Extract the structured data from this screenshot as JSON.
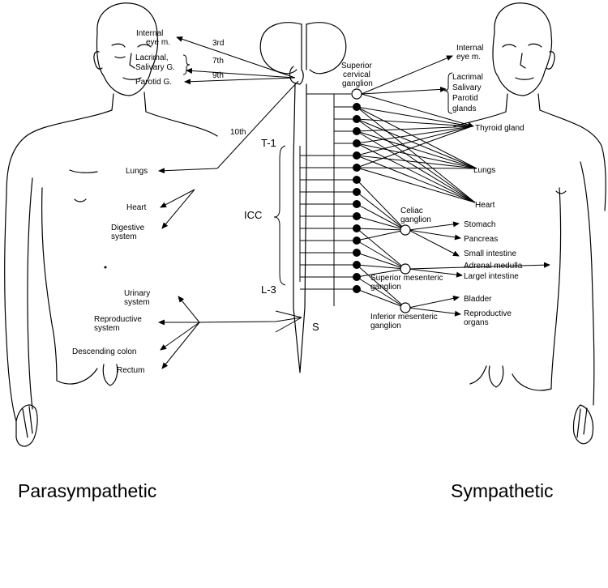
{
  "sides": {
    "left_title": "Parasympathetic",
    "right_title": "Sympathetic"
  },
  "cranial": {
    "eye": "Internal",
    "eye2": "eye m.",
    "lacrimal": "Lacrimal,",
    "salivary": "Salivary G.",
    "parotid": "Parotid G.",
    "n3": "3rd",
    "n7": "7th",
    "n9": "9th",
    "n10": "10th"
  },
  "para_targets": {
    "lungs": "Lungs",
    "heart": "Heart",
    "digestive1": "Digestive",
    "digestive2": "system",
    "urinary1": "Urinary",
    "urinary2": "system",
    "repro1": "Reproductive",
    "repro2": "system",
    "colon": "Descending colon",
    "rectum": "Rectum"
  },
  "spine": {
    "t1": "T-1",
    "icc": "ICC",
    "l3": "L-3",
    "s": "S"
  },
  "ganglia": {
    "sup_cerv1": "Superior",
    "sup_cerv2": "cervical",
    "sup_cerv3": "ganglion",
    "celiac1": "Celiac",
    "celiac2": "ganglion",
    "sup_mes1": "Superior mesenteric",
    "sup_mes2": "ganglion",
    "inf_mes1": "Inferior mesenteric",
    "inf_mes2": "ganglion"
  },
  "symp_targets": {
    "eye1": "Internal",
    "eye2": "eye m.",
    "lacrimal": "Lacrimal",
    "salivary": "Salivary",
    "parotid": "Parotid",
    "glands": "glands",
    "thyroid": "Thyroid gland",
    "lungs": "Lungs",
    "heart": "Heart",
    "stomach": "Stomach",
    "pancreas": "Pancreas",
    "small_int": "Small intestine",
    "adrenal": "Adrenal medulla",
    "large_int": "Largel intestine",
    "bladder": "Bladder",
    "repro1": "Reproductive",
    "repro2": "organs"
  }
}
